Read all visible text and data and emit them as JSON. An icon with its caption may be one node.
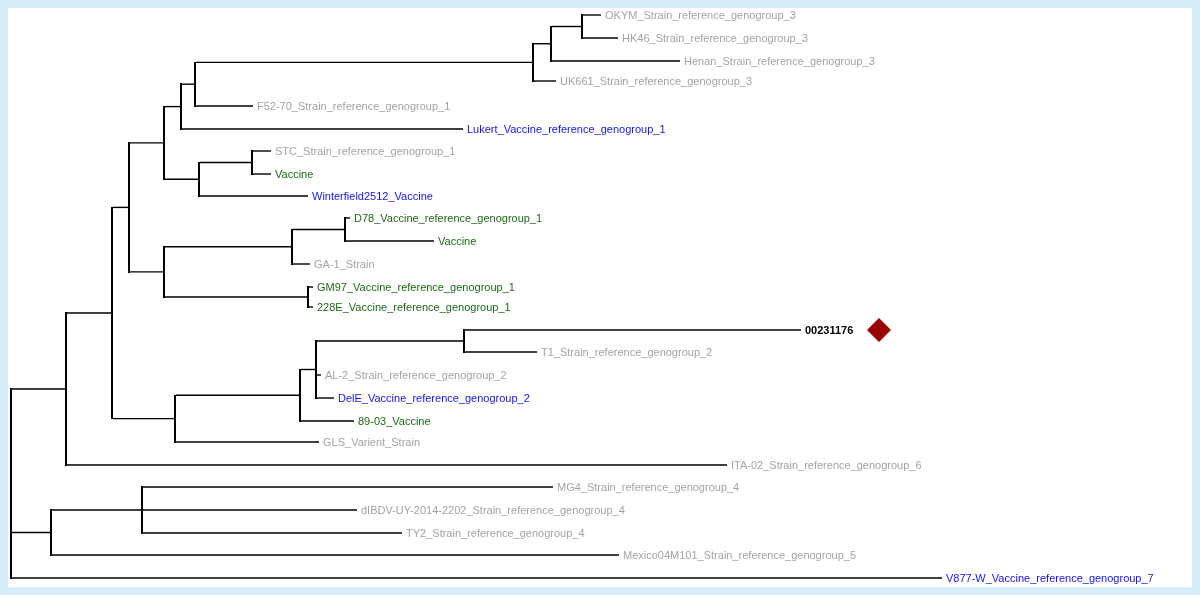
{
  "diagram": {
    "nodes": [
      {
        "text": [
          "OKYM_Strain_reference_genogroup_3"
        ]
      },
      {
        "text": [
          "HK46_Strain_reference_genogroup_3"
        ]
      },
      {
        "text": [
          "Henan_Strain_reference_genogroup_3"
        ]
      },
      {
        "text": [
          "UK661_Strain_reference_genogroup_3"
        ]
      },
      {
        "text": [
          "F52-70_Strain_reference_genogroup_1"
        ]
      },
      {
        "text": [
          "Lukert_Vaccine_reference_genogroup_1"
        ]
      },
      {
        "text": [
          "STC_Strain_reference_genogroup_1"
        ]
      },
      {
        "text": [
          "Vaccine"
        ]
      },
      {
        "text": [
          "Winterfield2512_Vaccine"
        ]
      },
      {
        "text": [
          "D78_Vaccine_reference_genogroup_1"
        ]
      },
      {
        "text": [
          "Vaccine"
        ]
      },
      {
        "text": [
          "GA-1_Strain"
        ]
      },
      {
        "text": [
          "GM97_Vaccine_reference_genogroup_1"
        ]
      },
      {
        "text": [
          "228E_Vaccine_reference_genogroup_1"
        ]
      },
      {
        "text": [
          "00231176"
        ]
      },
      {
        "text": [
          "T1_Strain_reference_genogroup_2"
        ]
      },
      {
        "text": [
          "AL-2_Strain_reference_genogroup_2"
        ]
      },
      {
        "text": [
          "DelE_Vaccine_reference_genogroup_2"
        ]
      },
      {
        "text": [
          "89-03_Vaccine"
        ]
      },
      {
        "text": [
          "GLS_Varient_Strain"
        ]
      },
      {
        "text": [
          "ITA-02_Strain_reference_genogroup_6"
        ]
      },
      {
        "text": [
          "MG4_Strain_reference_genogroup_4"
        ]
      },
      {
        "text": [
          "dIBDV-UY-2014-2202_Strain_reference_genogroup_4"
        ]
      },
      {
        "text": [
          "TY2_Strain_reference_genogroup_4"
        ]
      },
      {
        "text": [
          "Mexico04M101_Strain_reference_genogroup_5"
        ]
      },
      {
        "text": [
          "V877-W_Vaccine_reference_genogroup_7"
        ]
      },
      {
        "text": [],
        "shape": "bar"
      },
      {
        "text": [],
        "shape": "bar"
      },
      {
        "text": [],
        "shape": "bar"
      },
      {
        "text": [],
        "shape": "bar"
      },
      {
        "text": [],
        "shape": "bar"
      },
      {
        "text": [],
        "shape": "bar"
      },
      {
        "text": [],
        "shape": "bar"
      },
      {
        "text": [],
        "shape": "bar"
      },
      {
        "text": [],
        "shape": "bar"
      },
      {
        "text": [],
        "shape": "bar"
      },
      {
        "text": [],
        "shape": "bar"
      },
      {
        "text": [],
        "shape": "bar"
      },
      {
        "text": [],
        "shape": "bar"
      },
      {
        "text": [],
        "shape": "bar"
      },
      {
        "text": [],
        "shape": "bar"
      },
      {
        "text": [],
        "shape": "bar"
      },
      {
        "text": [],
        "shape": "bar"
      },
      {
        "text": [],
        "shape": "bar"
      },
      {
        "text": [],
        "shape": "bar"
      },
      {
        "text": [],
        "shape": "bar"
      },
      {
        "text": [],
        "shape": "bar"
      },
      {
        "text": [],
        "shape": "bar"
      }
    ],
    "edges": [
      {
        "from": 26,
        "to": 27,
        "arrow": "none"
      },
      {
        "from": 26,
        "to": 46,
        "arrow": "none"
      },
      {
        "from": 26,
        "to": 25,
        "arrow": "none"
      },
      {
        "from": 27,
        "to": 28,
        "arrow": "none"
      },
      {
        "from": 27,
        "to": 20,
        "arrow": "none"
      },
      {
        "from": 28,
        "to": 29,
        "arrow": "none"
      },
      {
        "from": 28,
        "to": 42,
        "arrow": "none"
      },
      {
        "from": 29,
        "to": 30,
        "arrow": "none"
      },
      {
        "from": 29,
        "to": 38,
        "arrow": "none"
      },
      {
        "from": 30,
        "to": 31,
        "arrow": "none"
      },
      {
        "from": 30,
        "to": 36,
        "arrow": "none"
      },
      {
        "from": 31,
        "to": 32,
        "arrow": "none"
      },
      {
        "from": 31,
        "to": 5,
        "arrow": "none"
      },
      {
        "from": 32,
        "to": 33,
        "arrow": "none"
      },
      {
        "from": 32,
        "to": 4,
        "arrow": "none"
      },
      {
        "from": 33,
        "to": 34,
        "arrow": "none"
      },
      {
        "from": 33,
        "to": 3,
        "arrow": "none"
      },
      {
        "from": 34,
        "to": 35,
        "arrow": "none"
      },
      {
        "from": 34,
        "to": 2,
        "arrow": "none"
      },
      {
        "from": 35,
        "to": 0,
        "arrow": "none"
      },
      {
        "from": 35,
        "to": 1,
        "arrow": "none"
      },
      {
        "from": 36,
        "to": 37,
        "arrow": "none"
      },
      {
        "from": 36,
        "to": 8,
        "arrow": "none"
      },
      {
        "from": 37,
        "to": 6,
        "arrow": "none"
      },
      {
        "from": 37,
        "to": 7,
        "arrow": "none"
      },
      {
        "from": 38,
        "to": 39,
        "arrow": "none"
      },
      {
        "from": 38,
        "to": 41,
        "arrow": "none"
      },
      {
        "from": 39,
        "to": 40,
        "arrow": "none"
      },
      {
        "from": 39,
        "to": 11,
        "arrow": "none"
      },
      {
        "from": 40,
        "to": 9,
        "arrow": "none"
      },
      {
        "from": 40,
        "to": 10,
        "arrow": "none"
      },
      {
        "from": 41,
        "to": 12,
        "arrow": "none"
      },
      {
        "from": 41,
        "to": 13,
        "arrow": "none"
      },
      {
        "from": 42,
        "to": 43,
        "arrow": "none"
      },
      {
        "from": 42,
        "to": 19,
        "arrow": "none"
      },
      {
        "from": 43,
        "to": 44,
        "arrow": "none"
      },
      {
        "from": 43,
        "to": 18,
        "arrow": "none"
      },
      {
        "from": 44,
        "to": 45,
        "arrow": "none"
      },
      {
        "from": 44,
        "to": 16,
        "arrow": "none"
      },
      {
        "from": 44,
        "to": 17,
        "arrow": "none"
      },
      {
        "from": 45,
        "to": 14,
        "arrow": "none"
      },
      {
        "from": 45,
        "to": 15,
        "arrow": "none"
      },
      {
        "from": 46,
        "to": 47,
        "arrow": "none"
      },
      {
        "from": 46,
        "to": 24,
        "arrow": "none"
      },
      {
        "from": 47,
        "to": 21,
        "arrow": "none"
      },
      {
        "from": 47,
        "to": 22,
        "arrow": "none"
      },
      {
        "from": 47,
        "to": 23,
        "arrow": "none"
      }
    ]
  }
}
